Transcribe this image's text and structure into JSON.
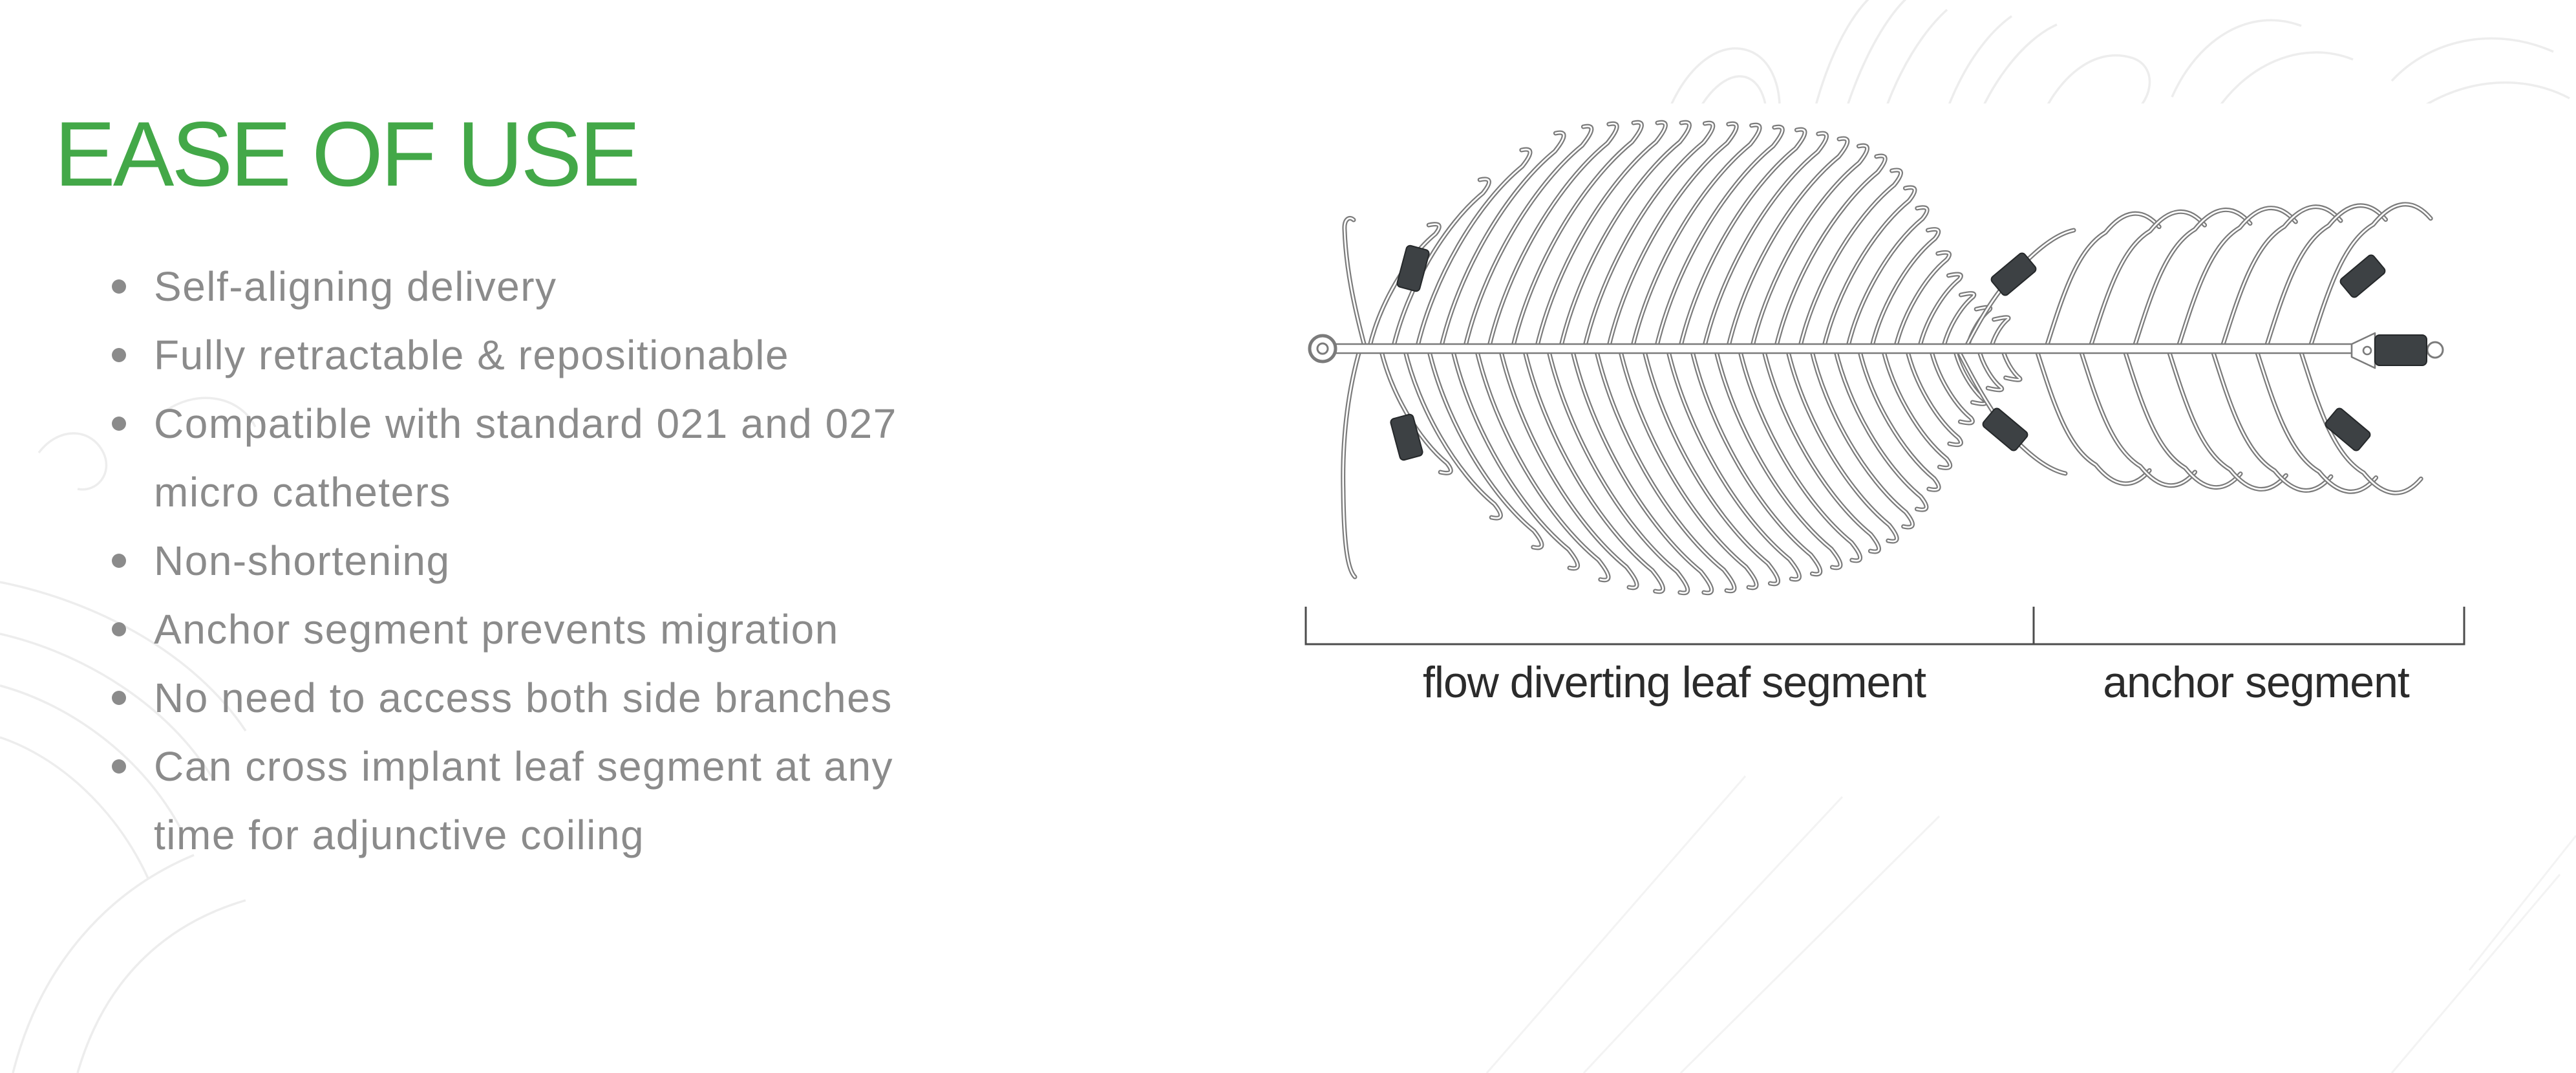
{
  "slide": {
    "background": "#ffffff",
    "watermark_color": "#ededed",
    "watermark_color_light": "#f3f3f3"
  },
  "title": {
    "text": "EASE OF USE",
    "color": "#43a848"
  },
  "bullets": {
    "color": "#8b8b8b",
    "items": [
      {
        "bullet": true,
        "text": "Self-aligning delivery"
      },
      {
        "bullet": true,
        "text": "Fully retractable & repositionable"
      },
      {
        "bullet": true,
        "text": "Compatible with standard 021 and 027"
      },
      {
        "bullet": false,
        "text": "micro catheters"
      },
      {
        "bullet": true,
        "text": "Non-shortening"
      },
      {
        "bullet": true,
        "text": "Anchor segment prevents migration"
      },
      {
        "bullet": true,
        "text": "No need to access both side branches"
      },
      {
        "bullet": true,
        "text": "Can cross implant leaf segment at any"
      },
      {
        "bullet": false,
        "text": "time for adjunctive coiling"
      }
    ]
  },
  "diagram": {
    "labels": {
      "leaf_segment": "flow diverting leaf segment",
      "anchor_segment": "anchor segment"
    },
    "label_color": "#2b2b2b",
    "bracket_color": "#4c4c4c",
    "rib_color": "#7b7b7b",
    "rib_core_color": "#ffffff",
    "marker_color": "#3d4144",
    "marker_edge_color": "#25282a"
  }
}
